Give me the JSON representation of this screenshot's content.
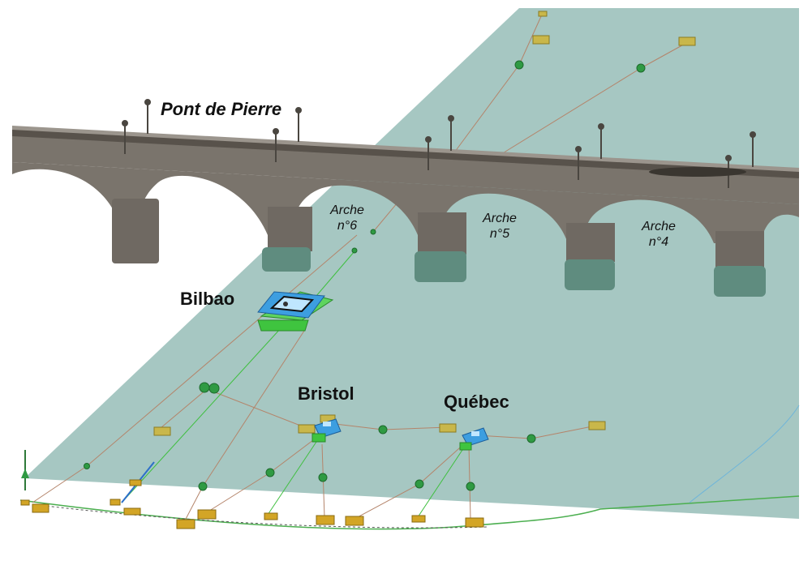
{
  "bridge": {
    "name": "Pont de Pierre"
  },
  "arches": [
    {
      "line1": "Arche",
      "line2": "n°6"
    },
    {
      "line1": "Arche",
      "line2": "n°5"
    },
    {
      "line1": "Arche",
      "line2": "n°4"
    }
  ],
  "vessels": [
    {
      "name": "Bilbao"
    },
    {
      "name": "Bristol"
    },
    {
      "name": "Québec"
    }
  ],
  "colors": {
    "water": "#a6c7c2",
    "bridge_stone": "#77716a",
    "bridge_dark": "#4f4a44",
    "pier_underwater": "#5f8c7f",
    "anchor_block": "#d3a526",
    "buoy": "#2f9a43",
    "vessel_blue": "#3d9ee0",
    "vessel_green": "#4bd44b",
    "line_brown": "#b4846a",
    "line_green": "#3fbf3f"
  }
}
